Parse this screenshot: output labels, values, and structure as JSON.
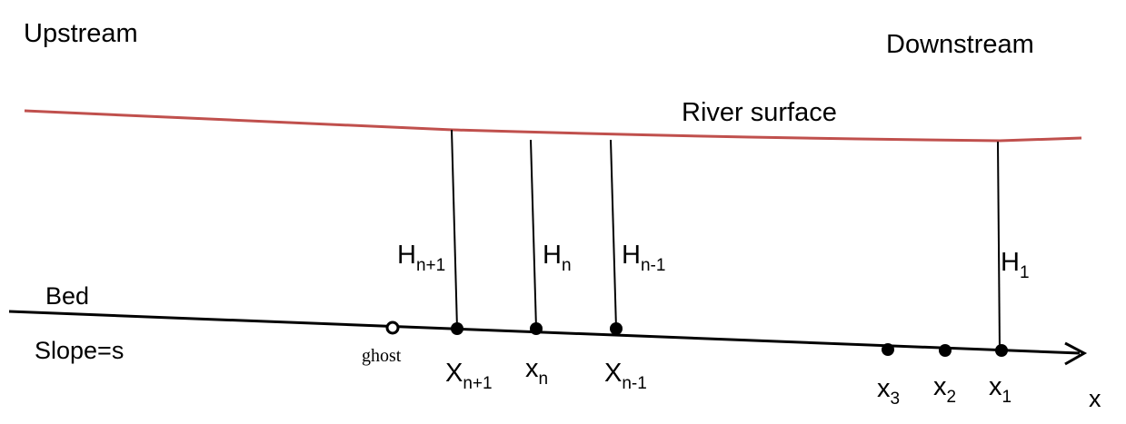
{
  "labels": {
    "upstream": "Upstream",
    "downstream": "Downstream",
    "river_surface": "River surface",
    "bed": "Bed",
    "slope": "Slope=s",
    "x_axis": "x",
    "ghost": "ghost"
  },
  "depths": [
    {
      "base": "H",
      "sub": "n+1"
    },
    {
      "base": "H",
      "sub": "n"
    },
    {
      "base": "H",
      "sub": "n-1"
    },
    {
      "base": "H",
      "sub": "1"
    }
  ],
  "nodes": [
    {
      "base": "X",
      "sub": "n+1"
    },
    {
      "base": "x",
      "sub": "n"
    },
    {
      "base": "X",
      "sub": "n-1"
    },
    {
      "base": "x",
      "sub": "3"
    },
    {
      "base": "x",
      "sub": "2"
    },
    {
      "base": "x",
      "sub": "1"
    }
  ],
  "colors": {
    "surface": "#c0504d",
    "line": "#000000"
  }
}
